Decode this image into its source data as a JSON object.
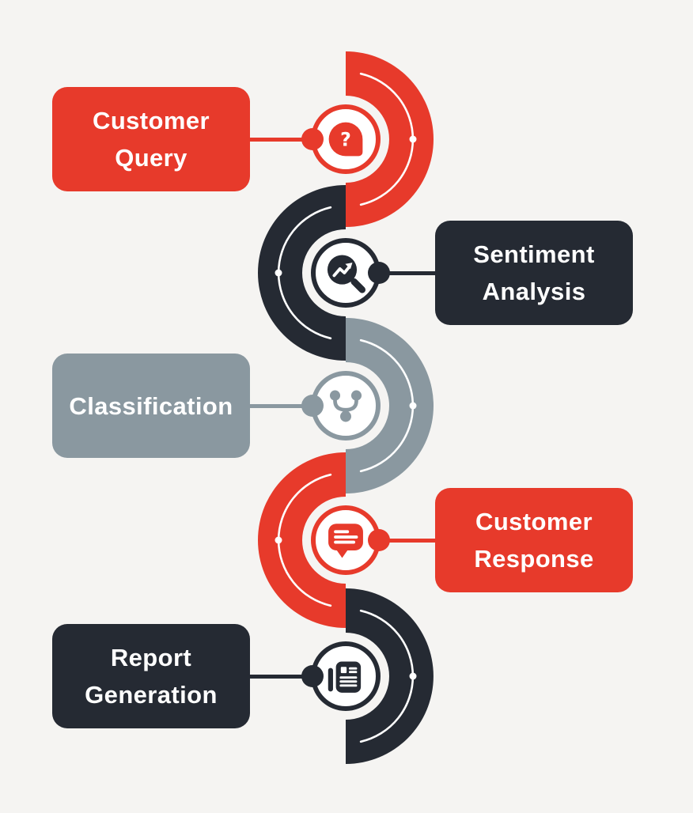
{
  "diagram": {
    "type": "process-flow",
    "orientation": "vertical-alternating",
    "step_count": 5
  },
  "palette": {
    "red": "#E73A2B",
    "dark": "#252A33",
    "gray": "#8A98A0",
    "background": "#F5F4F2",
    "card_text": "#FFFFFF",
    "arc_detail": "#FFFFFF"
  },
  "items": [
    {
      "label": "Customer Query",
      "line1": "Customer",
      "line2": "Query",
      "side": "left",
      "color": "red",
      "icon": "question-bubble-icon",
      "icon_glyph": "?"
    },
    {
      "label": "Sentiment Analysis",
      "line1": "Sentiment",
      "line2": "Analysis",
      "side": "right",
      "color": "dark",
      "icon": "magnifier-trend-icon"
    },
    {
      "label": "Classification",
      "line1": "Classification",
      "line2": "",
      "side": "left",
      "color": "gray",
      "icon": "network-nodes-icon"
    },
    {
      "label": "Customer Response",
      "line1": "Customer",
      "line2": "Response",
      "side": "right",
      "color": "red",
      "icon": "chat-message-icon"
    },
    {
      "label": "Report Generation",
      "line1": "Report",
      "line2": "Generation",
      "side": "left",
      "color": "dark",
      "icon": "report-document-icon"
    }
  ]
}
